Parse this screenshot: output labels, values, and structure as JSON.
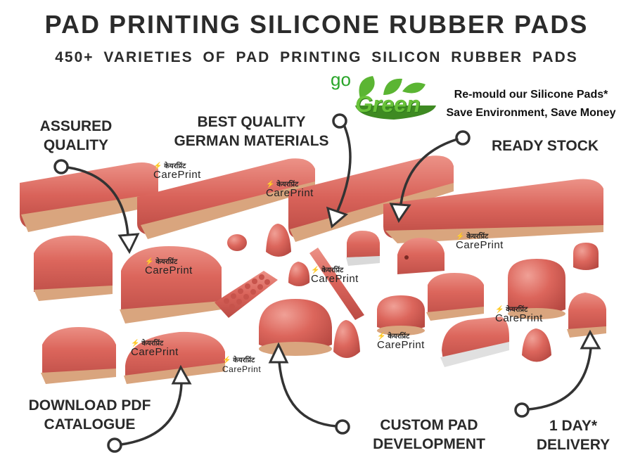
{
  "header": {
    "title": "PAD PRINTING SILICONE RUBBER PADS",
    "subtitle": "450+ VARIETIES OF PAD PRINTING SILICON RUBBER PADS"
  },
  "eco": {
    "logo_go": "go",
    "logo_green": "Green",
    "line1": "Re-mould our Silicone Pads*",
    "line2": "Save Environment, Save Money"
  },
  "features": {
    "assured_quality": [
      "ASSURED",
      "QUALITY"
    ],
    "best_quality": [
      "BEST QUALITY",
      "GERMAN MATERIALS"
    ],
    "ready_stock": "READY STOCK",
    "download_pdf": [
      "DOWNLOAD PDF",
      "CATALOGUE"
    ],
    "custom_pad": [
      "CUSTOM PAD",
      "DEVELOPMENT"
    ],
    "delivery": [
      "1 DAY*",
      "DELIVERY"
    ]
  },
  "watermark": {
    "brand": "CarePrint",
    "tag": "केयरप्रिंट"
  },
  "colors": {
    "pad": "#d9635a",
    "pad_light": "#e98a80",
    "pad_dark": "#b84a43",
    "base": "#d9a57e",
    "arrow": "#333333",
    "green": "#5bb533"
  }
}
